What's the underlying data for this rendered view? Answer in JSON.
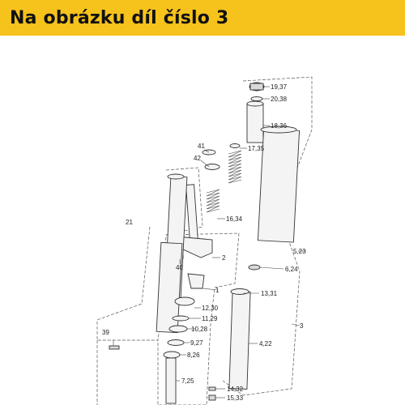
{
  "banner": {
    "title": "Na obrázku díl číslo 3"
  },
  "labels": {
    "l19": "19,37",
    "l20": "20,38",
    "l18": "18,36",
    "l17": "17,35",
    "l41": "41",
    "l42": "42",
    "l21": "21",
    "l16": "16,34",
    "l2": "2",
    "l40": "40",
    "l1": "1",
    "l5": "5,23",
    "l6": "6,24",
    "l13": "13,31",
    "l12": "12,30",
    "l11": "11,29",
    "l10": "10,28",
    "l9": "9,27",
    "l8": "8,26",
    "l39": "39",
    "l4": "4,22",
    "l3": "3",
    "l7": "7,25",
    "l14": "14,32",
    "l15": "15,33"
  },
  "colors": {
    "banner": "#f6c21c"
  }
}
